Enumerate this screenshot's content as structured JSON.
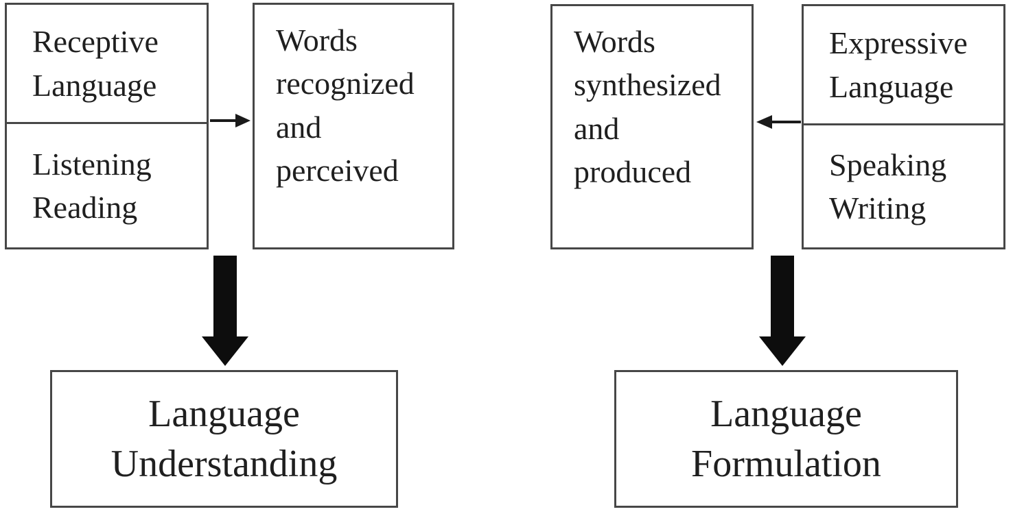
{
  "diagram": {
    "boxes": {
      "receptive_language": {
        "top_text": "Receptive\nLanguage",
        "bottom_text": "Listening\nReading"
      },
      "words_recognized": {
        "text": "Words\nrecognized\nand\nperceived"
      },
      "words_synthesized": {
        "text": "Words\nsynthesized\nand\nproduced"
      },
      "expressive_language": {
        "top_text": "Expressive\nLanguage",
        "bottom_text": "Speaking\nWriting"
      },
      "language_understanding": {
        "text": "Language\nUnderstanding"
      },
      "language_formulation": {
        "text": "Language\nFormulation"
      }
    },
    "connections": [
      {
        "from": "receptive_language",
        "to": "words_recognized",
        "arrow": "thin",
        "direction": "right"
      },
      {
        "from": "expressive_language",
        "to": "words_synthesized",
        "arrow": "thin",
        "direction": "left"
      },
      {
        "from": "words_recognized",
        "to": "language_understanding",
        "arrow": "thick",
        "direction": "down"
      },
      {
        "from": "words_synthesized",
        "to": "language_formulation",
        "arrow": "thick",
        "direction": "down"
      }
    ],
    "colors": {
      "background": "#ffffff",
      "box_border": "#474747",
      "text": "#1f1f1f",
      "thin_arrow": "#1a1a1a",
      "thick_arrow": "#0d0d0d"
    }
  }
}
